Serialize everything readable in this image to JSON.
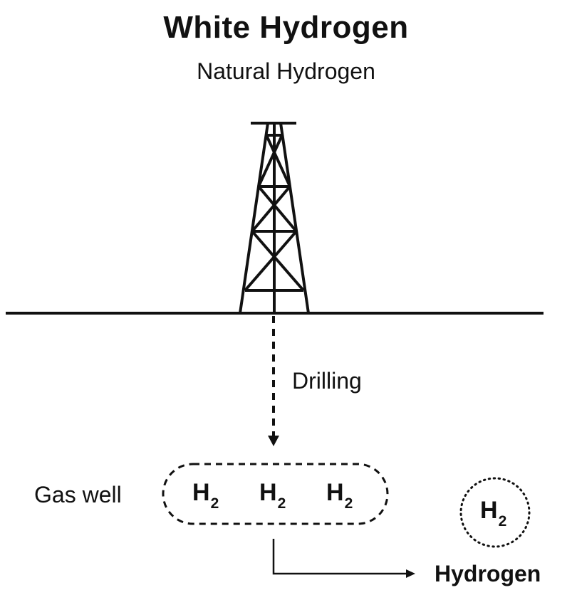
{
  "title": "White Hydrogen",
  "subtitle": "Natural Hydrogen",
  "labels": {
    "drilling": "Drilling",
    "gas_well": "Gas well",
    "hydrogen": "Hydrogen"
  },
  "molecules": {
    "element": "H",
    "subscript": "2"
  },
  "icons": [
    "drilling-rig-icon",
    "h2-molecule-icon"
  ],
  "colors": {
    "ink": "#111111",
    "background": "#ffffff"
  }
}
